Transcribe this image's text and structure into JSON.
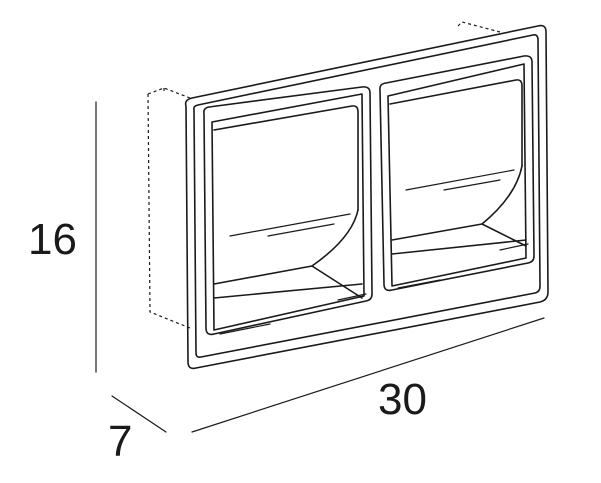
{
  "dimensions": {
    "height_label": "16",
    "width_label": "30",
    "depth_label": "7"
  },
  "colors": {
    "line": "#1a1a1a",
    "background": "#ffffff"
  }
}
